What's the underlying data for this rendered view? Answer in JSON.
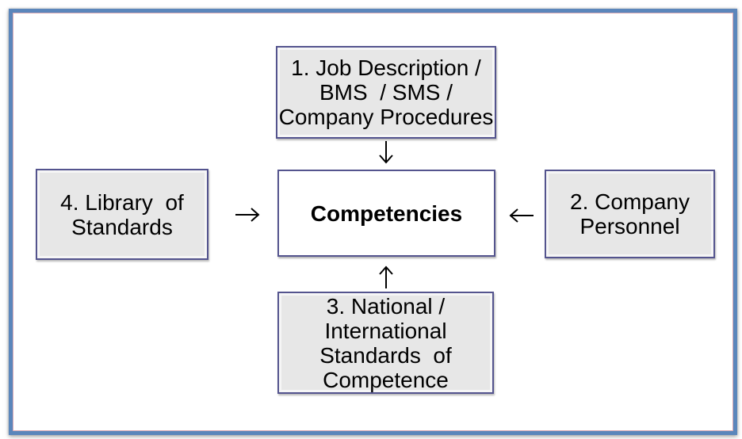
{
  "diagram": {
    "center": {
      "label": "Competencies"
    },
    "nodes": {
      "top": {
        "label": "1. Job Description /\nBMS  / SMS /\nCompany Procedures"
      },
      "right": {
        "label": "2. Company\nPersonnel"
      },
      "bottom": {
        "label": "3. National /\nInternational\nStandards  of\nCompetence"
      },
      "left": {
        "label": "4. Library  of\nStandards"
      }
    },
    "arrows": [
      {
        "name": "arrow-down-icon",
        "glyph": "↓",
        "from": "top",
        "to": "center"
      },
      {
        "name": "arrow-left-icon",
        "glyph": "←",
        "from": "right",
        "to": "center"
      },
      {
        "name": "arrow-up-icon",
        "glyph": "↑",
        "from": "bottom",
        "to": "center"
      },
      {
        "name": "arrow-right-icon",
        "glyph": "→",
        "from": "left",
        "to": "center"
      }
    ],
    "colors": {
      "frame_border": "#5b86bb",
      "frame_inner_line": "#d9aab4",
      "node_fill": "#e7e7e7",
      "node_border": "#54548e",
      "center_fill": "#ffffff",
      "arrow": "#000000",
      "text": "#000000"
    }
  }
}
